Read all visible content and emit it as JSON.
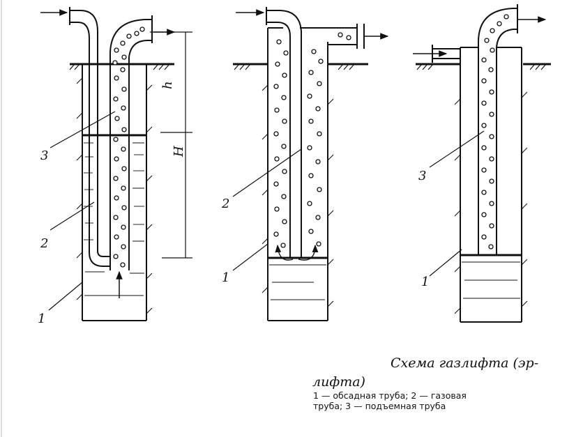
{
  "figure": {
    "title_line1": "Схема газлифта (эр-",
    "title_line2": "лифта)",
    "legend_line1": "1 — обсадная   труба;   2 — газовая",
    "legend_line2": "труба; 3 — подъемная труба"
  },
  "diagram": {
    "well_a": {
      "label_1": "1",
      "label_2": "2",
      "label_3": "3",
      "dim_h": "h",
      "dim_H": "H"
    },
    "well_b": {
      "label_1": "1",
      "label_2": "2"
    },
    "well_c": {
      "label_1": "1",
      "label_3": "3"
    }
  }
}
